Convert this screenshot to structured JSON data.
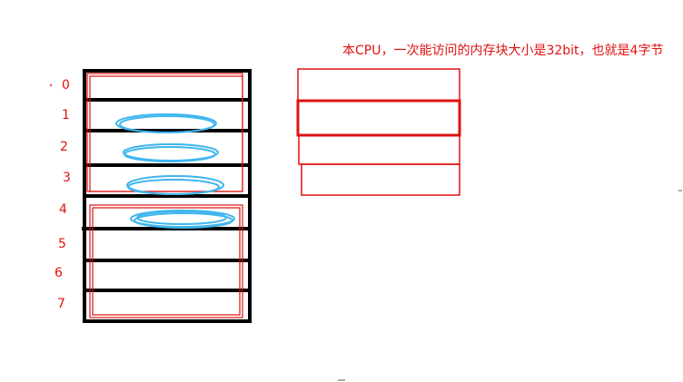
{
  "annotation": "本CPU，一次能访问的内存块大小是32bit，也就是4字节",
  "memory": {
    "row_labels": [
      "0",
      "1",
      "2",
      "3",
      "4",
      "5",
      "6",
      "7"
    ],
    "marked_rows": [
      1,
      2,
      3,
      4
    ]
  },
  "cpu_block": {
    "cells": 4,
    "highlighted_index": 1
  },
  "colors": {
    "annotation": "#e01010",
    "grid": "#000000",
    "frame": "#dd1111",
    "ellipse": "#3fb6ee"
  }
}
